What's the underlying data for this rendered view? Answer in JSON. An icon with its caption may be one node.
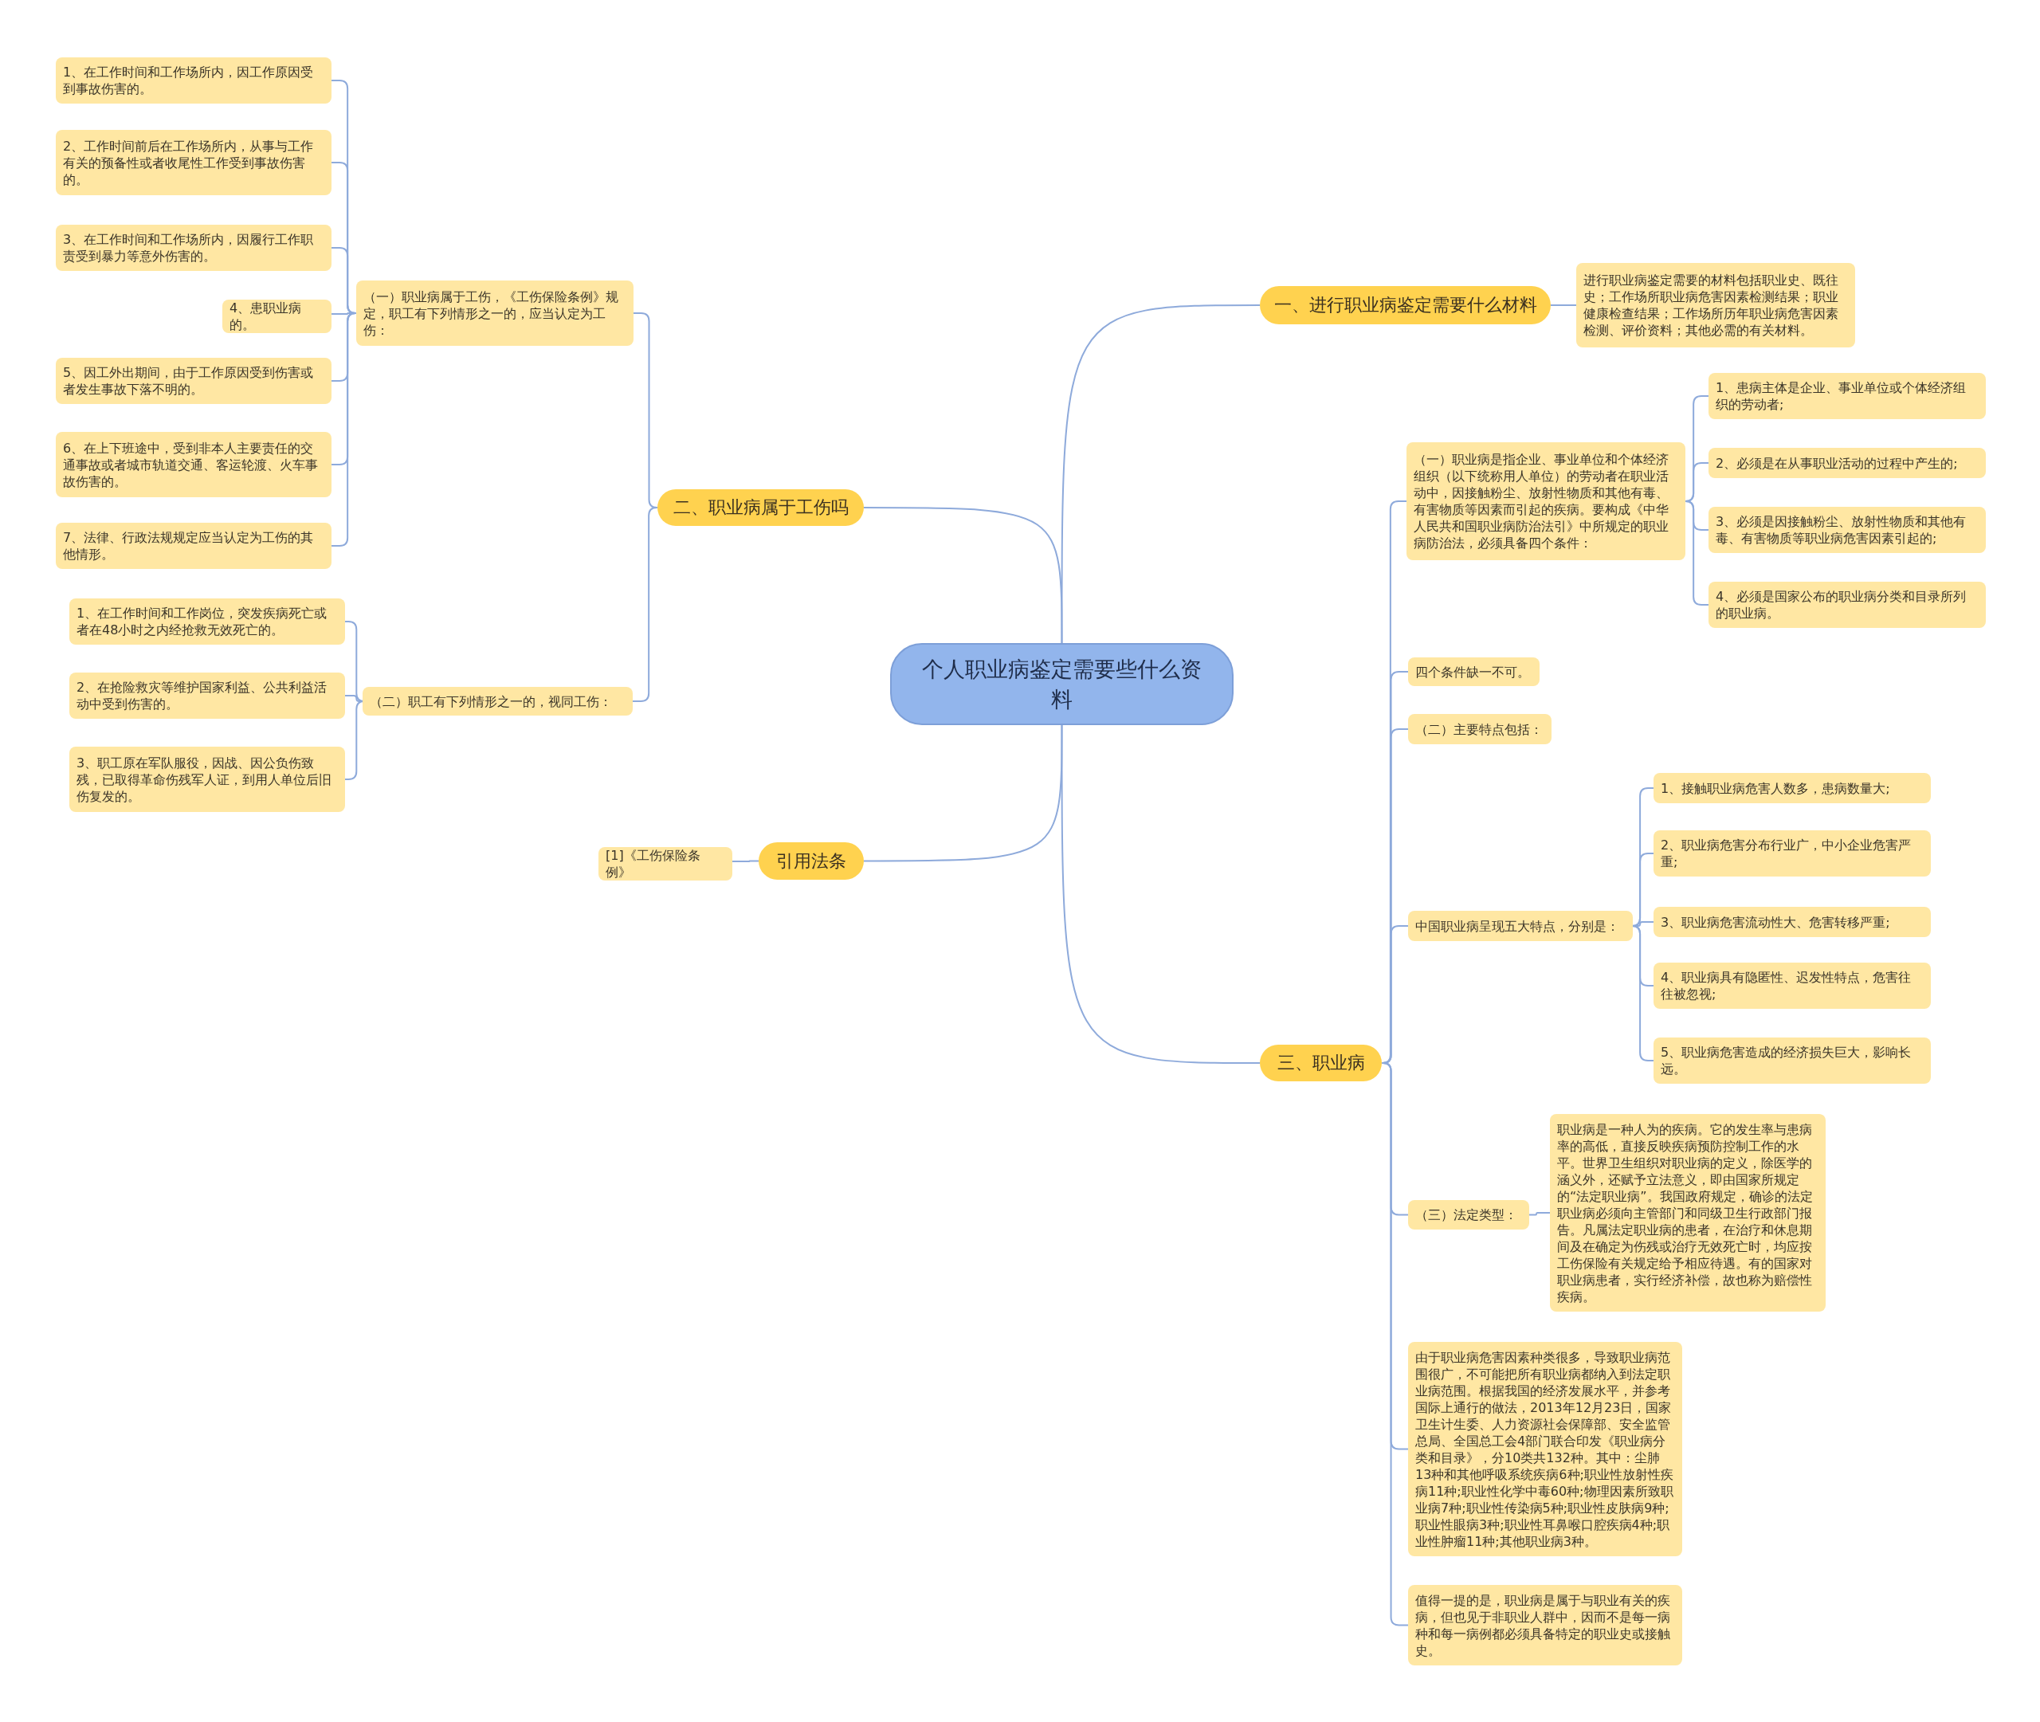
{
  "diagram": {
    "nodes": [
      {
        "text": [
          "个人职业病鉴定需要些什么资料"
        ]
      },
      {
        "text": [
          "一、进行职业病鉴定需要什么材料"
        ]
      },
      {
        "text": [
          "进行职业病鉴定需要的材料包括职业史、既往史；工作场所职业病危害因素检测结果；职业健康检查结果；工作场所历年职业病危害因素检测、评价资料；其他必需的有关材料。"
        ]
      },
      {
        "text": [
          "二、职业病属于工伤吗"
        ]
      },
      {
        "text": [
          "（一）职业病属于工伤，《工伤保险条例》规定，职工有下列情形之一的，应当认定为工伤："
        ]
      },
      {
        "text": [
          "1、在工作时间和工作场所内，因工作原因受到事故伤害的。"
        ]
      },
      {
        "text": [
          "2、工作时间前后在工作场所内，从事与工作有关的预备性或者收尾性工作受到事故伤害的。"
        ]
      },
      {
        "text": [
          "3、在工作时间和工作场所内，因履行工作职责受到暴力等意外伤害的。"
        ]
      },
      {
        "text": [
          "4、患职业病的。"
        ]
      },
      {
        "text": [
          "5、因工外出期间，由于工作原因受到伤害或者发生事故下落不明的。"
        ]
      },
      {
        "text": [
          "6、在上下班途中，受到非本人主要责任的交通事故或者城市轨道交通、客运轮渡、火车事故伤害的。"
        ]
      },
      {
        "text": [
          "7、法律、行政法规规定应当认定为工伤的其他情形。"
        ]
      },
      {
        "text": [
          "（二）职工有下列情形之一的，视同工伤："
        ]
      },
      {
        "text": [
          "1、在工作时间和工作岗位，突发疾病死亡或者在48小时之内经抢救无效死亡的。"
        ]
      },
      {
        "text": [
          "2、在抢险救灾等维护国家利益、公共利益活动中受到伤害的。"
        ]
      },
      {
        "text": [
          "3、职工原在军队服役，因战、因公负伤致残，已取得革命伤残军人证，到用人单位后旧伤复发的。"
        ]
      },
      {
        "text": [
          "引用法条"
        ]
      },
      {
        "text": [
          "[1]《工伤保险条例》"
        ]
      },
      {
        "text": [
          "三、职业病"
        ]
      },
      {
        "text": [
          "（一）职业病是指企业、事业单位和个体经济组织（以下统称用人单位）的劳动者在职业活动中，因接触粉尘、放射性物质和其他有毒、有害物质等因素而引起的疾病。要构成《中华人民共和国职业病防治法引》中所规定的职业病防治法，必须具备四个条件："
        ]
      },
      {
        "text": [
          "1、患病主体是企业、事业单位或个体经济组织的劳动者;"
        ]
      },
      {
        "text": [
          "2、必须是在从事职业活动的过程中产生的;"
        ]
      },
      {
        "text": [
          "3、必须是因接触粉尘、放射性物质和其他有毒、有害物质等职业病危害因素引起的;"
        ]
      },
      {
        "text": [
          "4、必须是国家公布的职业病分类和目录所列的职业病。"
        ]
      },
      {
        "text": [
          "四个条件缺一不可。"
        ]
      },
      {
        "text": [
          "（二）主要特点包括："
        ]
      },
      {
        "text": [
          "中国职业病呈现五大特点，分别是："
        ]
      },
      {
        "text": [
          "1、接触职业病危害人数多，患病数量大;"
        ]
      },
      {
        "text": [
          "2、职业病危害分布行业广，中小企业危害严重;"
        ]
      },
      {
        "text": [
          "3、职业病危害流动性大、危害转移严重;"
        ]
      },
      {
        "text": [
          "4、职业病具有隐匿性、迟发性特点，危害往往被忽视;"
        ]
      },
      {
        "text": [
          "5、职业病危害造成的经济损失巨大，影响长远。"
        ]
      },
      {
        "text": [
          "（三）法定类型："
        ]
      },
      {
        "text": [
          "职业病是一种人为的疾病。它的发生率与患病率的高低，直接反映疾病预防控制工作的水平。世界卫生组织对职业病的定义，除医学的涵义外，还赋予立法意义，即由国家所规定的“法定职业病”。我国政府规定，确诊的法定职业病必须向主管部门和同级卫生行政部门报告。凡属法定职业病的患者，在治疗和休息期间及在确定为伤残或治疗无效死亡时，均应按工伤保险有关规定给予相应待遇。有的国家对职业病患者，实行经济补偿，故也称为赔偿性疾病。"
        ]
      },
      {
        "text": [
          "由于职业病危害因素种类很多，导致职业病范围很广，不可能把所有职业病都纳入到法定职业病范围。根据我国的经济发展水平，并参考国际上通行的做法，2013年12月23日，国家卫生计生委、人力资源社会保障部、安全监管总局、全国总工会4部门联合印发《职业病分类和目录》，分10类共132种。其中：尘肺13种和其他呼吸系统疾病6种;职业性放射性疾病11种;职业性化学中毒60种;物理因素所致职业病7种;职业性传染病5种;职业性皮肤病9种;职业性眼病3种;职业性耳鼻喉口腔疾病4种;职业性肿瘤11种;其他职业病3种。"
        ]
      },
      {
        "text": [
          "值得一提的是，职业病是属于与职业有关的疾病，但也见于非职业人群中，因而不是每一病种和每一病例都必须具备特定的职业史或接触史。"
        ]
      }
    ],
    "edges": [
      {
        "from": 0,
        "to": 1,
        "arrow": "none"
      },
      {
        "from": 1,
        "to": 2,
        "arrow": "none"
      },
      {
        "from": 0,
        "to": 3,
        "arrow": "none"
      },
      {
        "from": 3,
        "to": 4,
        "arrow": "none"
      },
      {
        "from": 4,
        "to": 5,
        "arrow": "none"
      },
      {
        "from": 4,
        "to": 6,
        "arrow": "none"
      },
      {
        "from": 4,
        "to": 7,
        "arrow": "none"
      },
      {
        "from": 4,
        "to": 8,
        "arrow": "none"
      },
      {
        "from": 4,
        "to": 9,
        "arrow": "none"
      },
      {
        "from": 4,
        "to": 10,
        "arrow": "none"
      },
      {
        "from": 4,
        "to": 11,
        "arrow": "none"
      },
      {
        "from": 3,
        "to": 12,
        "arrow": "none"
      },
      {
        "from": 12,
        "to": 13,
        "arrow": "none"
      },
      {
        "from": 12,
        "to": 14,
        "arrow": "none"
      },
      {
        "from": 12,
        "to": 15,
        "arrow": "none"
      },
      {
        "from": 0,
        "to": 16,
        "arrow": "none"
      },
      {
        "from": 16,
        "to": 17,
        "arrow": "none"
      },
      {
        "from": 0,
        "to": 18,
        "arrow": "none"
      },
      {
        "from": 18,
        "to": 19,
        "arrow": "none"
      },
      {
        "from": 19,
        "to": 20,
        "arrow": "none"
      },
      {
        "from": 19,
        "to": 21,
        "arrow": "none"
      },
      {
        "from": 19,
        "to": 22,
        "arrow": "none"
      },
      {
        "from": 19,
        "to": 23,
        "arrow": "none"
      },
      {
        "from": 18,
        "to": 24,
        "arrow": "none"
      },
      {
        "from": 18,
        "to": 25,
        "arrow": "none"
      },
      {
        "from": 18,
        "to": 26,
        "arrow": "none"
      },
      {
        "from": 26,
        "to": 27,
        "arrow": "none"
      },
      {
        "from": 26,
        "to": 28,
        "arrow": "none"
      },
      {
        "from": 26,
        "to": 29,
        "arrow": "none"
      },
      {
        "from": 26,
        "to": 30,
        "arrow": "none"
      },
      {
        "from": 26,
        "to": 31,
        "arrow": "none"
      },
      {
        "from": 18,
        "to": 32,
        "arrow": "none"
      },
      {
        "from": 32,
        "to": 33,
        "arrow": "none"
      },
      {
        "from": 18,
        "to": 34,
        "arrow": "none"
      },
      {
        "from": 18,
        "to": 35,
        "arrow": "none"
      }
    ]
  }
}
